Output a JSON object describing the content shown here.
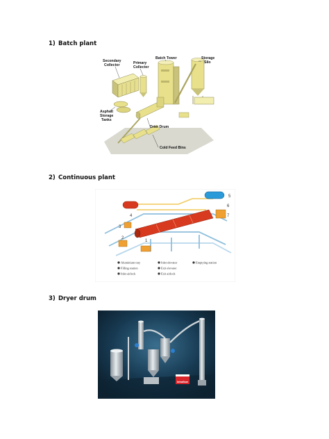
{
  "sections": [
    {
      "number": "1)",
      "title": "Batch plant"
    },
    {
      "number": "2)",
      "title": "Continuous plant"
    },
    {
      "number": "3)",
      "title": "Dryer drum"
    }
  ],
  "batch_plant": {
    "labels": {
      "secondary_collector": [
        "Secondary",
        "Collector"
      ],
      "primary_collector": [
        "Primary",
        "Collector"
      ],
      "batch_tower": "Batch Tower",
      "storage_silo": [
        "Storage",
        "Silo"
      ],
      "asphalt_tanks": [
        "Asphalt",
        "Storage",
        "Tanks"
      ],
      "drier_drum": "Drier Drum",
      "cold_feed_bins": "Cold Feed Bins"
    }
  },
  "continuous_plant": {
    "callouts": [
      "1",
      "2",
      "3",
      "4",
      "5",
      "6",
      "7"
    ],
    "legend": [
      "Aluminium tray",
      "Inlet elevator",
      "Emptying station",
      "Filling station",
      "Exit elevator",
      "Inlet airlock",
      "Exit airlock"
    ]
  },
  "dryer_drum": {
    "badge": "Intraflow"
  },
  "colors": {
    "yellow_equipment": "#e8e08a",
    "red_drum": "#d83a1f",
    "blue_tank": "#2a9ad8",
    "dark_background": "#0e2535"
  }
}
